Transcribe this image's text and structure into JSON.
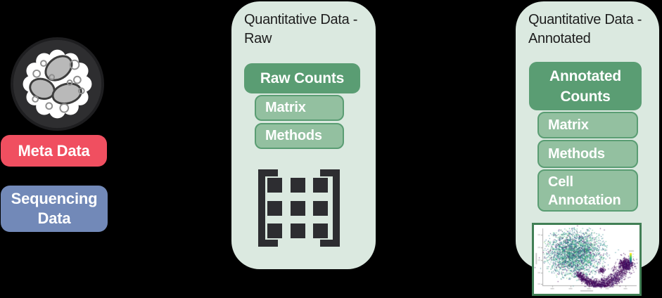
{
  "left_column": {
    "cell_icon": "neutrophil-cell-illustration",
    "meta_data_label": "Meta Data",
    "sequencing_data_label": "Sequencing Data",
    "meta_color": "#f04f60",
    "sequencing_color": "#7289b8"
  },
  "raw_panel": {
    "title": "Quantitative Data - Raw",
    "header_label": "Raw Counts",
    "items": [
      "Matrix",
      "Methods"
    ],
    "matrix_icon": "matrix-bracket-icon"
  },
  "annotated_panel": {
    "title": "Quantitative Data - Annotated",
    "header_label": "Annotated Counts",
    "items": [
      "Matrix",
      "Methods",
      "Cell Annotation"
    ]
  },
  "colors": {
    "panel_background": "#dbe9e0",
    "header_green": "#5a9d73",
    "item_green": "#93c0a0",
    "icon_dark": "#2d2d31",
    "plot_border_green": "#417f55",
    "background": "#000000"
  },
  "umap_plot": {
    "type": "scatter",
    "axis_color": "#8f8f8f",
    "cluster_palette": [
      "#35b779",
      "#26828e",
      "#1f9e89",
      "#3e4989",
      "#31688e",
      "#440154",
      "#6ece58",
      "#482878",
      "#2c728e"
    ],
    "tail_palette": [
      "#440154",
      "#482878",
      "#3e1f66"
    ],
    "colorbar_gradient": [
      "#fde725",
      "#b5de2b",
      "#6ece58",
      "#35b779",
      "#1f9e89",
      "#31688e",
      "#3e4989",
      "#482878"
    ]
  }
}
